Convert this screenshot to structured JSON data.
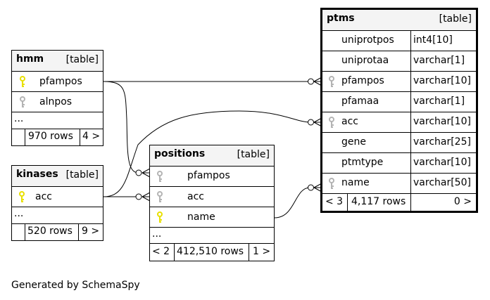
{
  "tables": {
    "hmm": {
      "name": "hmm",
      "kind": "[table]",
      "columns": [
        "pfampos",
        "alnpos"
      ],
      "ellipsis": "...",
      "rows": "970 rows",
      "children": "4 >"
    },
    "kinases": {
      "name": "kinases",
      "kind": "[table]",
      "columns": [
        "acc"
      ],
      "ellipsis": "...",
      "rows": "520 rows",
      "children": "9 >"
    },
    "positions": {
      "name": "positions",
      "kind": "[table]",
      "columns": [
        "pfampos",
        "acc",
        "name"
      ],
      "ellipsis": "...",
      "parents": "< 2",
      "rows": "412,510 rows",
      "children": "1 >"
    },
    "ptms": {
      "name": "ptms",
      "kind": "[table]",
      "columns": [
        {
          "name": "uniprotpos",
          "type": "int4[10]"
        },
        {
          "name": "uniprotaa",
          "type": "varchar[1]"
        },
        {
          "name": "pfampos",
          "type": "varchar[10]"
        },
        {
          "name": "pfamaa",
          "type": "varchar[1]"
        },
        {
          "name": "acc",
          "type": "varchar[10]"
        },
        {
          "name": "gene",
          "type": "varchar[25]"
        },
        {
          "name": "ptmtype",
          "type": "varchar[10]"
        },
        {
          "name": "name",
          "type": "varchar[50]"
        }
      ],
      "parents": "< 3",
      "rows": "4,117 rows",
      "children": "0 >"
    }
  },
  "footer": "Generated by SchemaSpy",
  "colors": {
    "primary_key": "#e8e000",
    "foreign_key": "#b4b4b4",
    "header_bg": "#f4f4f4"
  },
  "icons": {
    "primary_key": "yellow-key-icon",
    "foreign_key": "grey-key-icon"
  }
}
